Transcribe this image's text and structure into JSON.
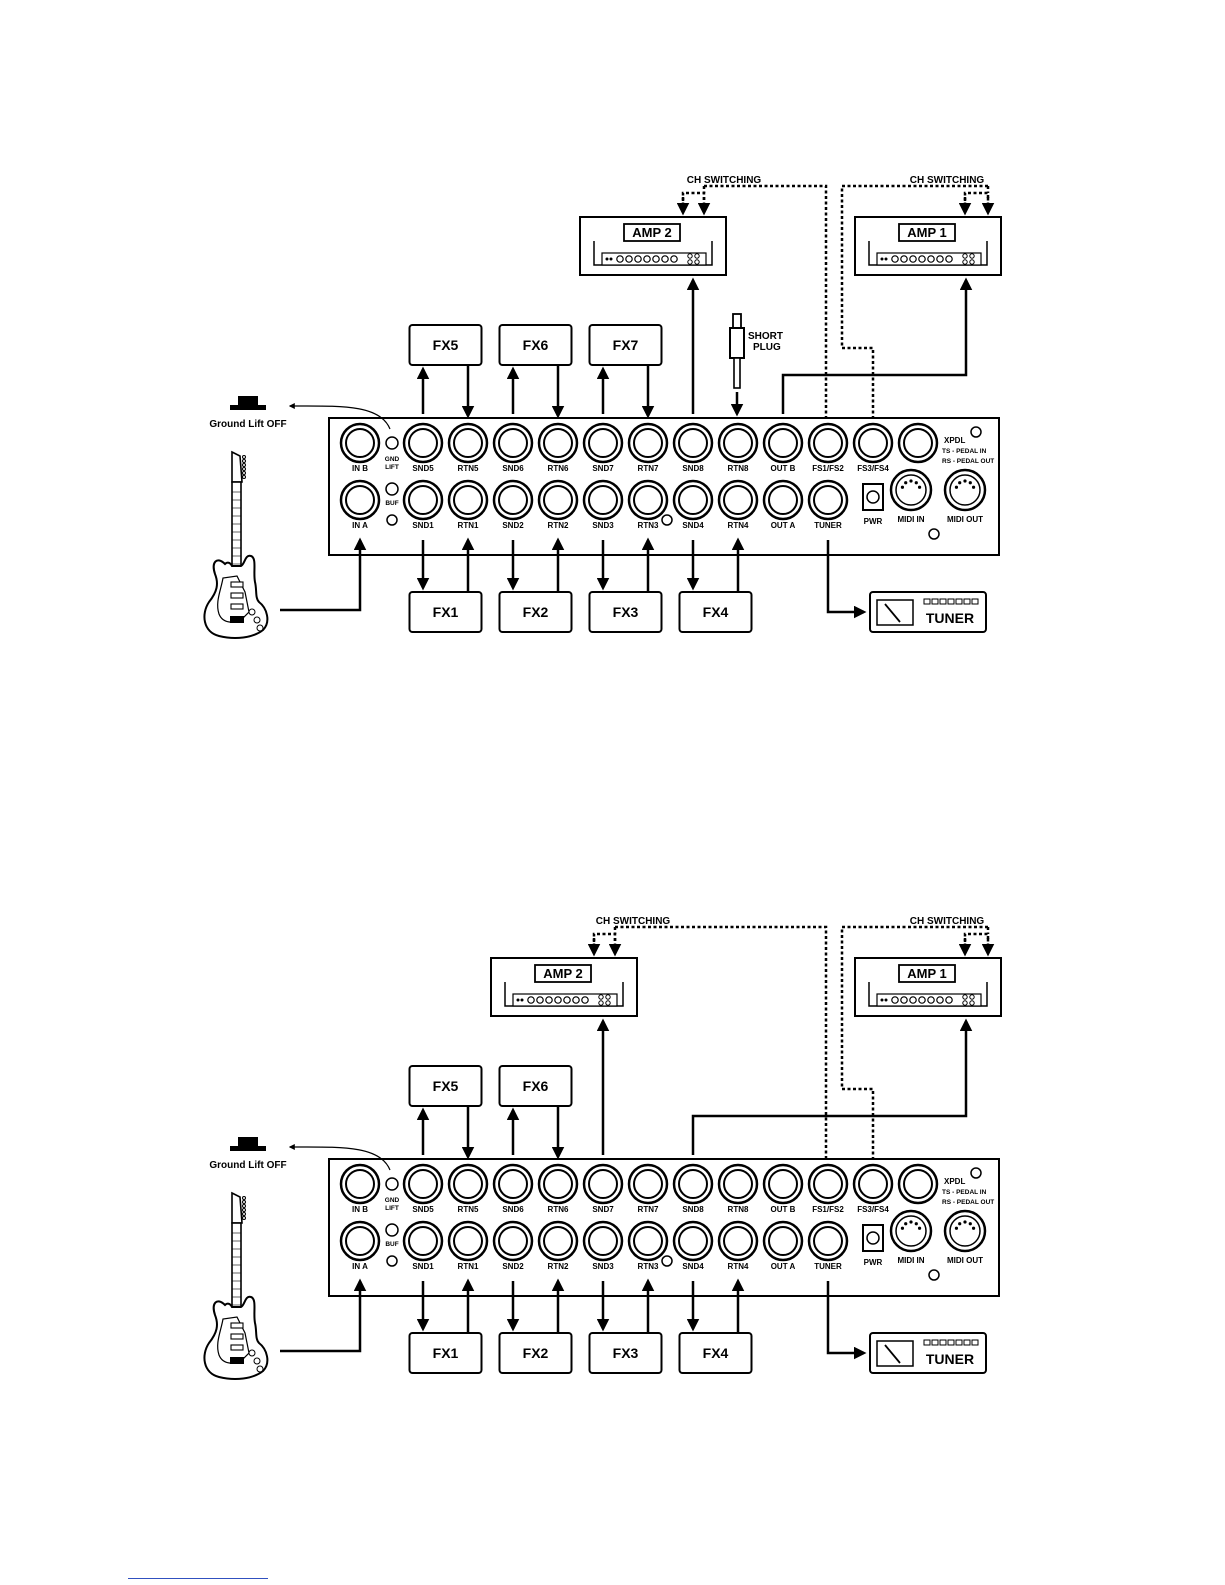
{
  "diagrams": [
    {
      "ch_switching_left": "CH SWITCHING",
      "ch_switching_right": "CH SWITCHING",
      "amp2": "AMP 2",
      "amp1": "AMP 1",
      "fx_top": [
        "FX5",
        "FX6",
        "FX7"
      ],
      "fx_bottom": [
        "FX1",
        "FX2",
        "FX3",
        "FX4"
      ],
      "short_plug_line1": "SHORT",
      "short_plug_line2": "PLUG",
      "ground_lift": "Ground Lift OFF",
      "tuner": "TUNER",
      "top_row_labels": [
        "IN B",
        "SND5",
        "RTN5",
        "SND6",
        "RTN6",
        "SND7",
        "RTN7",
        "SND8",
        "RTN8",
        "OUT B",
        "FS1/FS2",
        "FS3/FS4"
      ],
      "bottom_row_labels": [
        "IN A",
        "SND1",
        "RTN1",
        "SND2",
        "RTN2",
        "SND3",
        "RTN3",
        "SND4",
        "RTN4",
        "OUT A",
        "TUNER",
        "PWR"
      ],
      "gnd_lift_1": "GND",
      "gnd_lift_2": "LIFT",
      "buf": "BUF",
      "xpdl": "XPDL",
      "xpdl_ts": "TS - PEDAL  IN",
      "xpdl_rs": "RS - PEDAL OUT",
      "midi_in": "MIDI IN",
      "midi_out": "MIDI OUT"
    },
    {
      "ch_switching_left": "CH SWITCHING",
      "ch_switching_right": "CH SWITCHING",
      "amp2": "AMP 2",
      "amp1": "AMP 1",
      "fx_top": [
        "FX5",
        "FX6"
      ],
      "fx_bottom": [
        "FX1",
        "FX2",
        "FX3",
        "FX4"
      ],
      "ground_lift": "Ground Lift OFF",
      "tuner": "TUNER",
      "top_row_labels": [
        "IN B",
        "SND5",
        "RTN5",
        "SND6",
        "RTN6",
        "SND7",
        "RTN7",
        "SND8",
        "RTN8",
        "OUT B",
        "FS1/FS2",
        "FS3/FS4"
      ],
      "bottom_row_labels": [
        "IN A",
        "SND1",
        "RTN1",
        "SND2",
        "RTN2",
        "SND3",
        "RTN3",
        "SND4",
        "RTN4",
        "OUT A",
        "TUNER",
        "PWR"
      ],
      "gnd_lift_1": "GND",
      "gnd_lift_2": "LIFT",
      "buf": "BUF",
      "xpdl": "XPDL",
      "xpdl_ts": "TS - PEDAL  IN",
      "xpdl_rs": "RS - PEDAL OUT",
      "midi_in": "MIDI IN",
      "midi_out": "MIDI OUT"
    }
  ]
}
